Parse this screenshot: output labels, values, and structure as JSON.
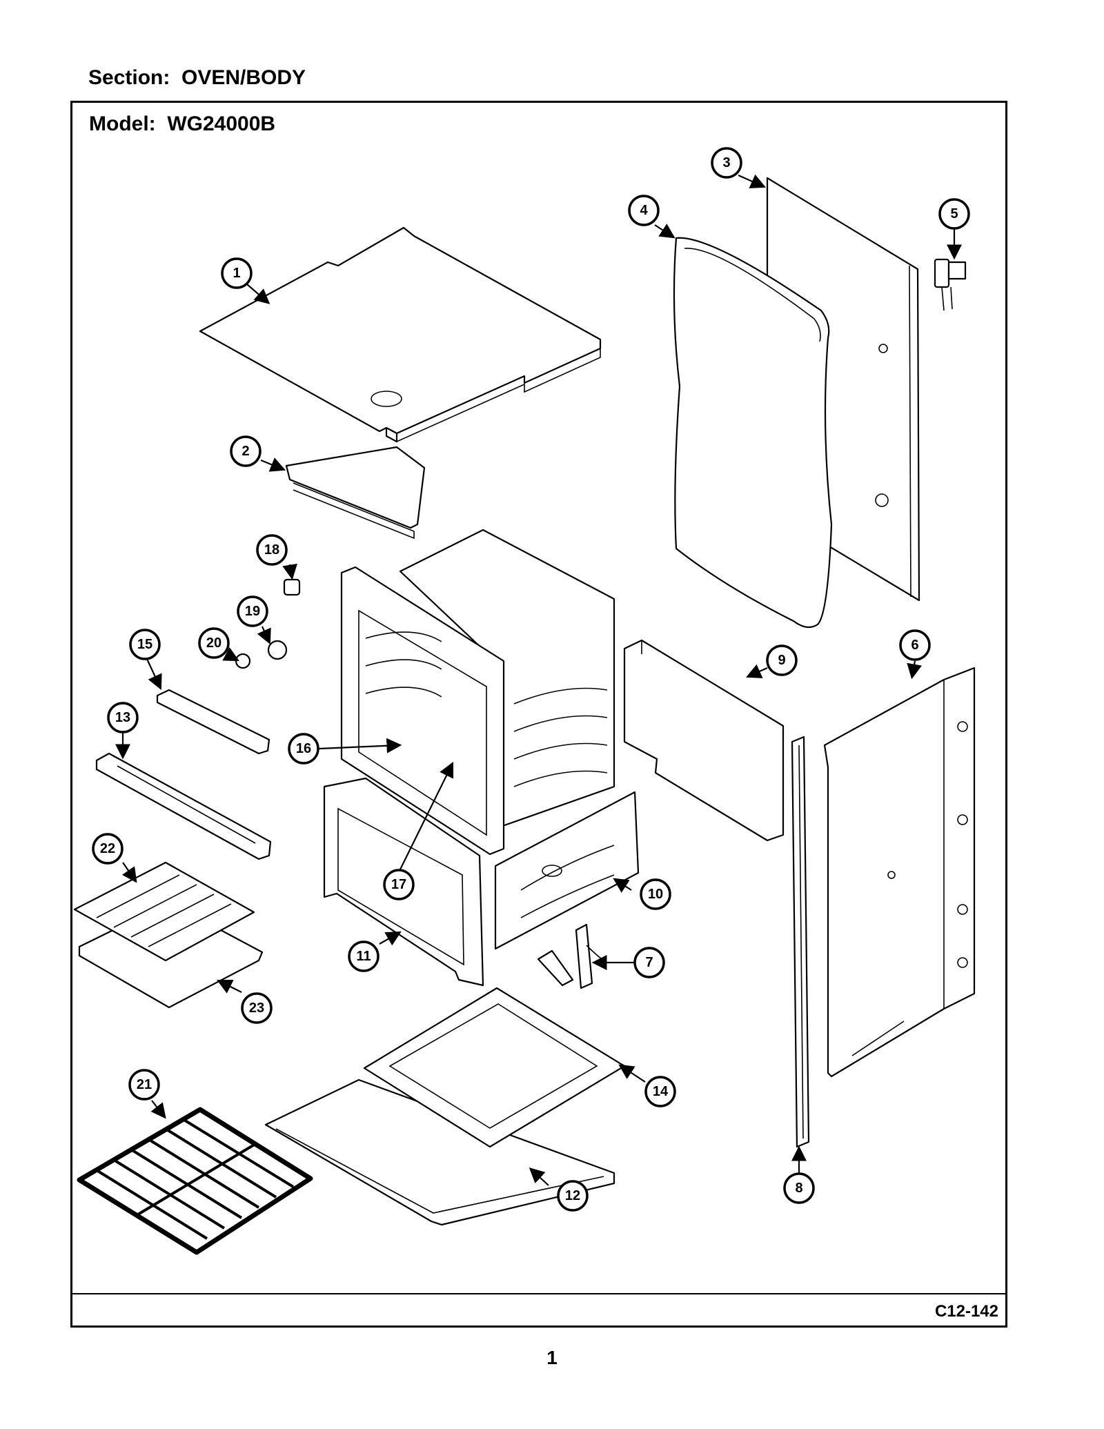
{
  "header": {
    "section_label": "Section:  OVEN/BODY"
  },
  "frame": {
    "model_label": "Model:  WG24000B",
    "diagram_code": "C12-142"
  },
  "footer": {
    "page_number": "1"
  },
  "callouts": [
    "1",
    "2",
    "3",
    "4",
    "5",
    "6",
    "7",
    "8",
    "9",
    "10",
    "11",
    "12",
    "13",
    "14",
    "15",
    "16",
    "17",
    "18",
    "19",
    "20",
    "21",
    "22",
    "23"
  ]
}
